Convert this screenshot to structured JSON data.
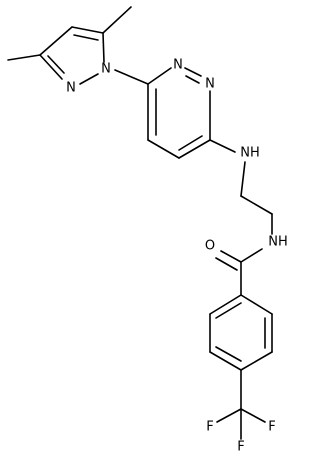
{
  "molecule": {
    "atom_labels": {
      "pyrazole_n1": "N",
      "pyrazole_n2": "N",
      "pyridazine_n1": "N",
      "pyridazine_n2": "N",
      "amine_nh": "NH",
      "amide_nh": "NH",
      "carbonyl_o": "O",
      "fluorine_1": "F",
      "fluorine_2": "F",
      "fluorine_3": "F"
    }
  }
}
